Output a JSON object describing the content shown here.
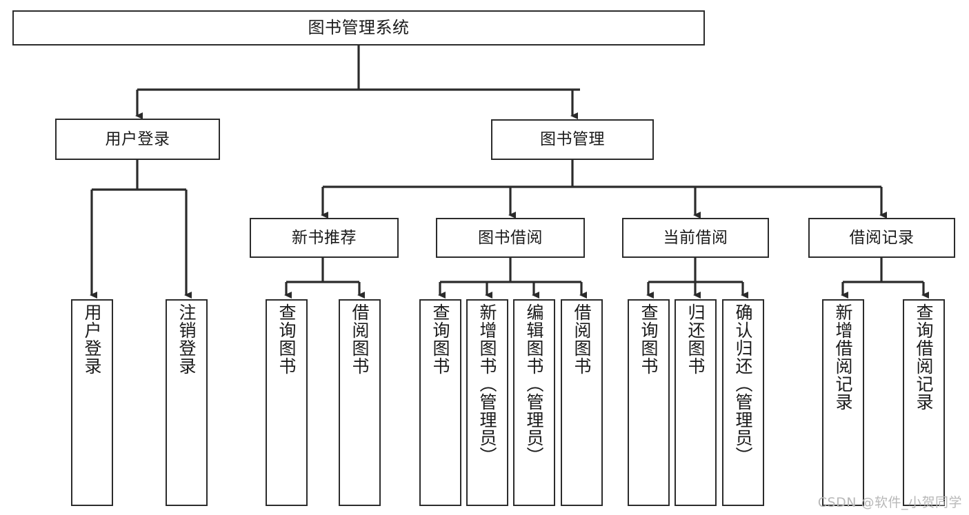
{
  "diagram": {
    "title": "图书管理系统",
    "type": "tree-hierarchy-diagram",
    "watermark": "CSDN @软件_小贺同学",
    "colors": {
      "stroke": "#2b2b2b",
      "fill": "#ffffff",
      "text": "#1a1a1a",
      "watermark": "#b8b8b8"
    },
    "levels": {
      "root": "图书管理系统",
      "level2": [
        "用户登录",
        "图书管理"
      ],
      "level3": [
        "新书推荐",
        "图书借阅",
        "当前借阅",
        "借阅记录"
      ]
    },
    "nodes": {
      "root": {
        "label": "图书管理系统"
      },
      "user_login": {
        "label": "用户登录"
      },
      "book_manage": {
        "label": "图书管理"
      },
      "new_book_rec": {
        "label": "新书推荐"
      },
      "book_borrow": {
        "label": "图书借阅"
      },
      "current_borrow": {
        "label": "当前借阅"
      },
      "borrow_record": {
        "label": "借阅记录"
      },
      "leaf_user_login": {
        "label": "用户登录"
      },
      "leaf_logout": {
        "label": "注销登录"
      },
      "leaf_query_book_1": {
        "label": "查询图书"
      },
      "leaf_borrow_book_1": {
        "label": "借阅图书"
      },
      "leaf_query_book_2": {
        "label": "查询图书"
      },
      "leaf_add_book_admin": {
        "label": "新增图书（管理员）"
      },
      "leaf_edit_book_admin": {
        "label": "编辑图书（管理员）"
      },
      "leaf_borrow_book_2": {
        "label": "借阅图书"
      },
      "leaf_query_book_3": {
        "label": "查询图书"
      },
      "leaf_return_book": {
        "label": "归还图书"
      },
      "leaf_confirm_return_admin": {
        "label": "确认归还（管理员）"
      },
      "leaf_add_borrow_record": {
        "label": "新增借阅记录"
      },
      "leaf_query_borrow_record": {
        "label": "查询借阅记录"
      }
    },
    "edges": [
      {
        "from": "root",
        "to": "user_login"
      },
      {
        "from": "root",
        "to": "book_manage"
      },
      {
        "from": "user_login",
        "to": "leaf_user_login"
      },
      {
        "from": "user_login",
        "to": "leaf_logout"
      },
      {
        "from": "book_manage",
        "to": "new_book_rec"
      },
      {
        "from": "book_manage",
        "to": "book_borrow"
      },
      {
        "from": "book_manage",
        "to": "current_borrow"
      },
      {
        "from": "book_manage",
        "to": "borrow_record"
      },
      {
        "from": "new_book_rec",
        "to": "leaf_query_book_1"
      },
      {
        "from": "new_book_rec",
        "to": "leaf_borrow_book_1"
      },
      {
        "from": "book_borrow",
        "to": "leaf_query_book_2"
      },
      {
        "from": "book_borrow",
        "to": "leaf_add_book_admin"
      },
      {
        "from": "book_borrow",
        "to": "leaf_edit_book_admin"
      },
      {
        "from": "book_borrow",
        "to": "leaf_borrow_book_2"
      },
      {
        "from": "current_borrow",
        "to": "leaf_query_book_3"
      },
      {
        "from": "current_borrow",
        "to": "leaf_return_book"
      },
      {
        "from": "current_borrow",
        "to": "leaf_confirm_return_admin"
      },
      {
        "from": "borrow_record",
        "to": "leaf_add_borrow_record"
      },
      {
        "from": "borrow_record",
        "to": "leaf_query_borrow_record"
      }
    ]
  }
}
